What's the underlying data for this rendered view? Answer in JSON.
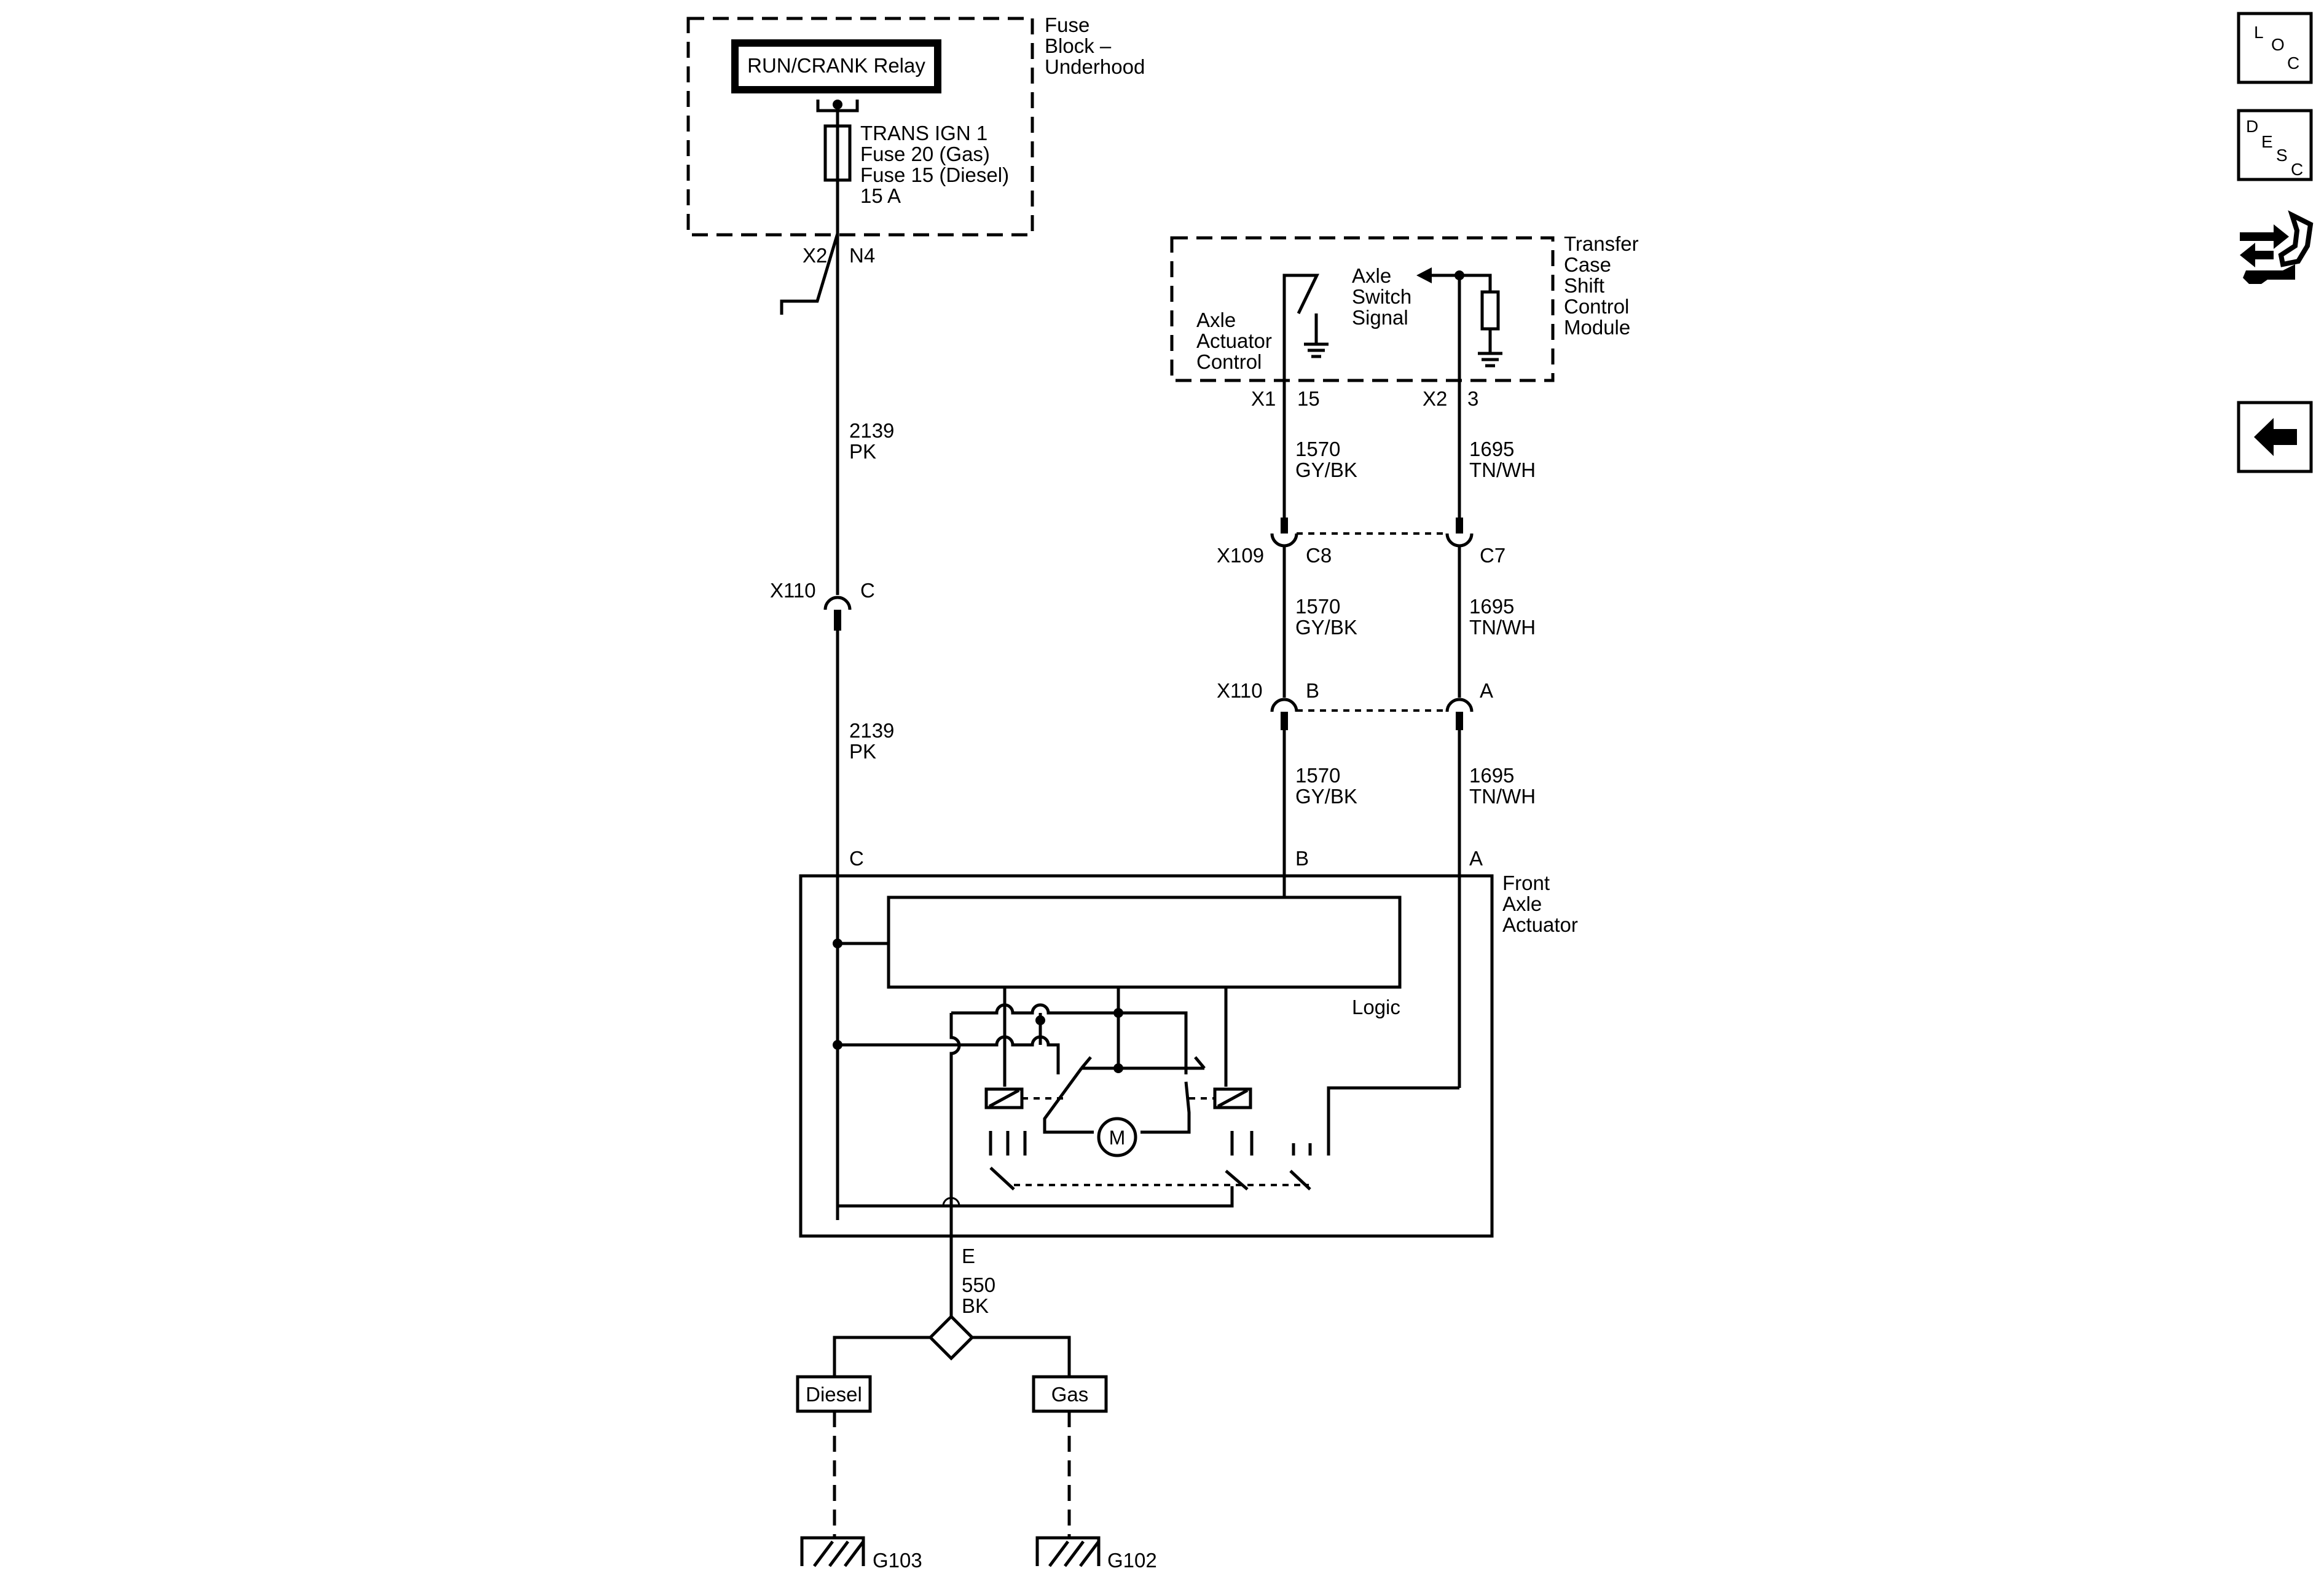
{
  "fuse_block": {
    "relay": "RUN/CRANK Relay",
    "title": [
      "Fuse",
      "Block –",
      "Underhood"
    ],
    "fuse": [
      "TRANS IGN 1",
      "Fuse 20 (Gas)",
      "Fuse 15 (Diesel)",
      "15 A"
    ],
    "conn": "X2",
    "pin": "N4"
  },
  "left_circuit": {
    "wire1": [
      "2139",
      "PK"
    ],
    "conn": "X110",
    "pin": "C",
    "wire2": [
      "2139",
      "PK"
    ]
  },
  "tccm": {
    "title": [
      "Transfer",
      "Case",
      "Shift",
      "Control",
      "Module"
    ],
    "output_label": [
      "Axle",
      "Actuator",
      "Control"
    ],
    "input_label": [
      "Axle",
      "Switch",
      "Signal"
    ],
    "conn1": "X1",
    "pin1": "15",
    "conn2": "X2",
    "pin2": "3"
  },
  "mid_circuit": {
    "wire_a": [
      "1570",
      "GY/BK"
    ],
    "wire_b": [
      "1695",
      "TN/WH"
    ],
    "conn_x109": "X109",
    "pin_c8": "C8",
    "pin_c7": "C7",
    "conn_x110": "X110",
    "pin_b": "B",
    "pin_a": "A"
  },
  "actuator": {
    "title": [
      "Front",
      "Axle",
      "Actuator"
    ],
    "pin_c": "C",
    "pin_b": "B",
    "pin_a": "A",
    "logic": "Logic",
    "motor": "M",
    "pin_e": "E"
  },
  "ground": {
    "wire": [
      "550",
      "BK"
    ],
    "diesel": "Diesel",
    "gas": "Gas",
    "g103": "G103",
    "g102": "G102"
  },
  "nav": {
    "loc": [
      "L",
      "O",
      "C"
    ],
    "desc": [
      "D",
      "E",
      "S",
      "C"
    ]
  }
}
